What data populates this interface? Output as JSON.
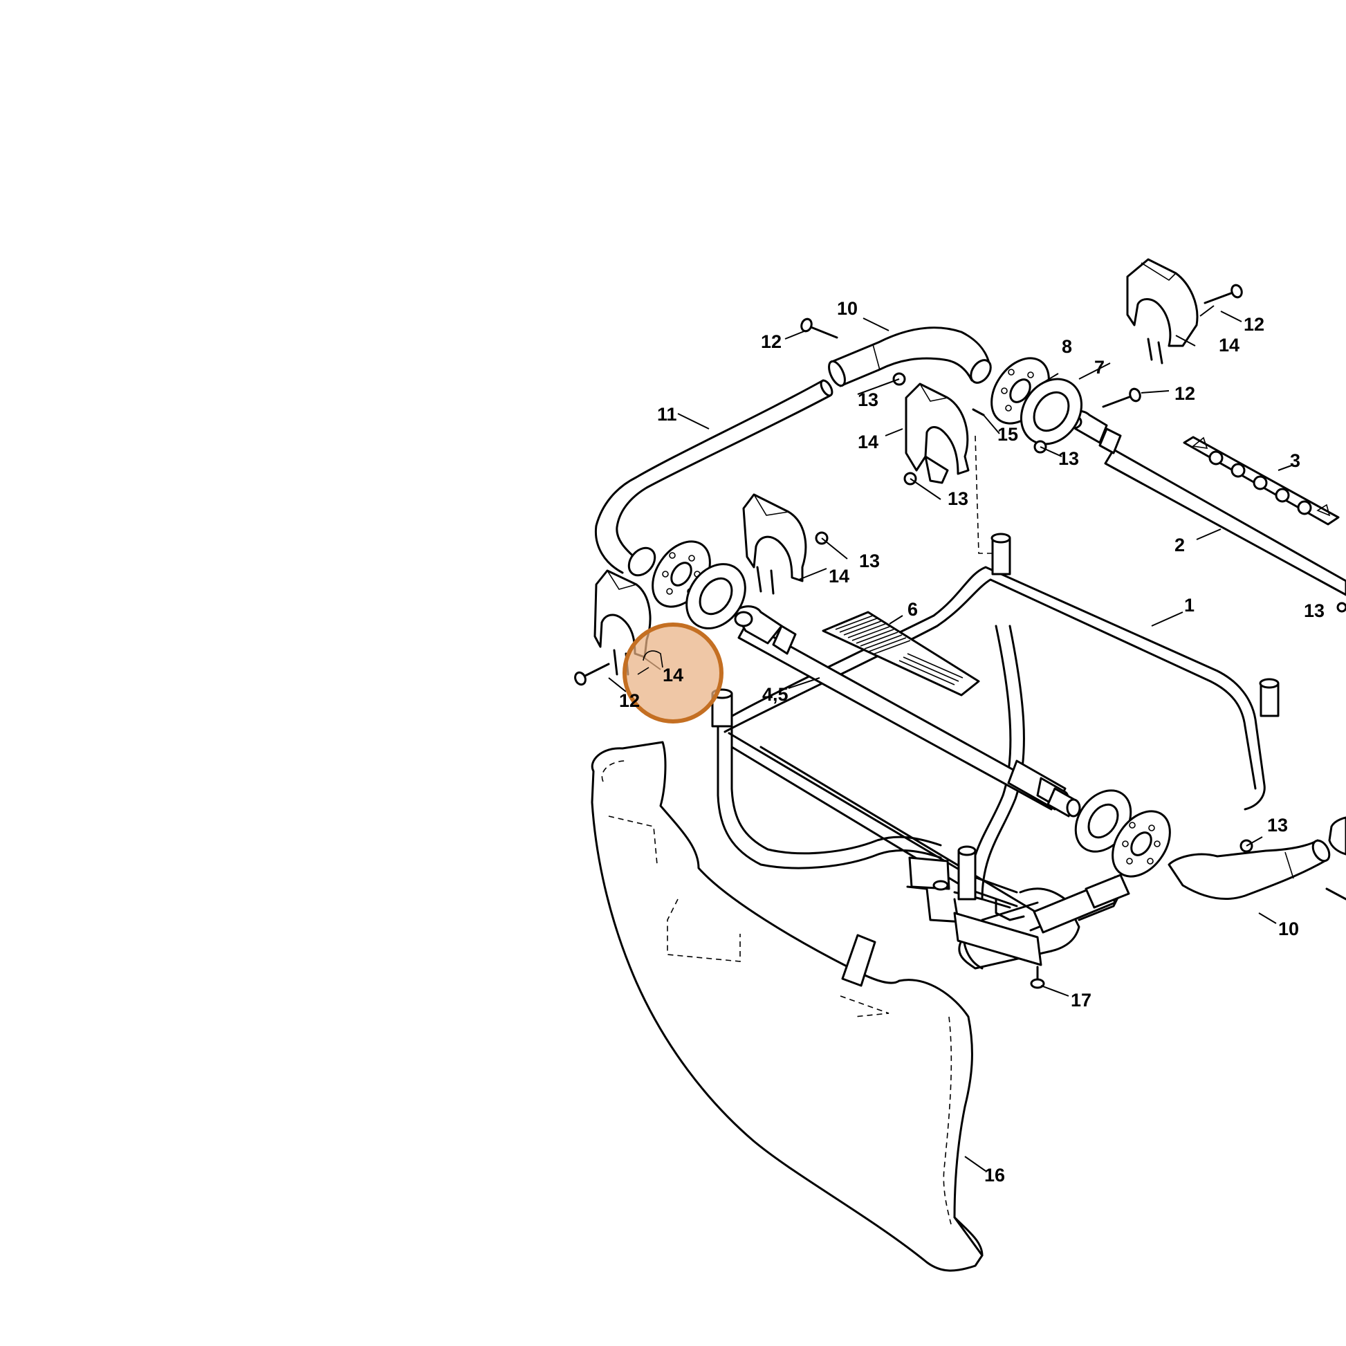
{
  "colors": {
    "highlight_fill": "#e9b284",
    "highlight_stroke": "#c46f22",
    "line": "#000000"
  },
  "callouts": {
    "c1": "1",
    "c2": "2",
    "c3": "3",
    "c45": "4,5",
    "c6": "6",
    "c7": "7",
    "c8": "8",
    "c10a": "10",
    "c10b": "10",
    "c11": "11",
    "c12a": "12",
    "c12b": "12",
    "c12c": "12",
    "c12d": "12",
    "c13a": "13",
    "c13b": "13",
    "c13c": "13",
    "c13d": "13",
    "c13e": "13",
    "c13f": "13",
    "c14a": "14",
    "c14b": "14",
    "c14c": "14",
    "c14d": "14",
    "c15": "15",
    "c16": "16",
    "c17": "17"
  },
  "highlighted_callout": "14"
}
